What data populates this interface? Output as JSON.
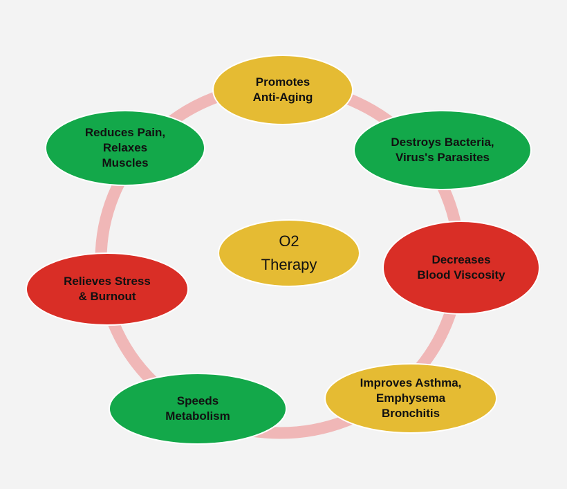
{
  "colors": {
    "background": "#f3f3f3",
    "ring": "#f0b7b7",
    "yellow": "#e5bb33",
    "green": "#13a84a",
    "red": "#d92e26",
    "outline": "#ffffff"
  },
  "center": {
    "lines": [
      "O2",
      "Therapy"
    ],
    "color": "yellow"
  },
  "nodes": [
    {
      "id": "anti-aging",
      "lines": [
        "Promotes",
        "Anti-Aging"
      ],
      "color": "yellow"
    },
    {
      "id": "bacteria",
      "lines": [
        "Destroys Bacteria,",
        "Virus's Parasites"
      ],
      "color": "green"
    },
    {
      "id": "viscosity",
      "lines": [
        "Decreases",
        "Blood Viscosity"
      ],
      "color": "red"
    },
    {
      "id": "asthma",
      "lines": [
        "Improves Asthma,",
        "Emphysema",
        "Bronchitis"
      ],
      "color": "yellow"
    },
    {
      "id": "metabolism",
      "lines": [
        "Speeds",
        "Metabolism"
      ],
      "color": "green"
    },
    {
      "id": "stress",
      "lines": [
        "Relieves Stress",
        "& Burnout"
      ],
      "color": "red"
    },
    {
      "id": "pain",
      "lines": [
        "Reduces Pain,",
        "Relaxes",
        "Muscles"
      ],
      "color": "green"
    }
  ]
}
